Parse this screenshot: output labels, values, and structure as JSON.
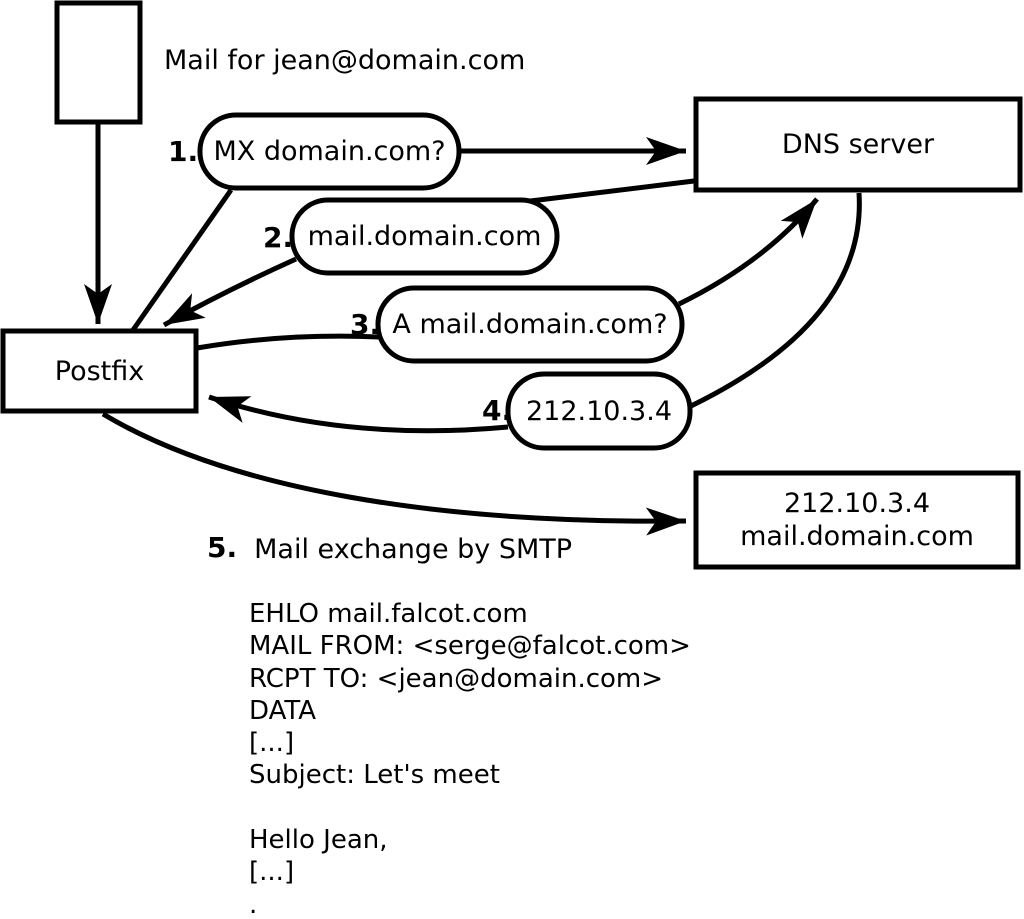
{
  "diagram": {
    "header": "Mail for jean@domain.com",
    "nodes": {
      "postfix": "Postfix",
      "dns_server": "DNS server",
      "mail_exchanger": {
        "line1": "212.10.3.4",
        "line2": "mail.domain.com"
      }
    },
    "steps": [
      {
        "num": "1.",
        "label": "MX domain.com?"
      },
      {
        "num": "2.",
        "label": "mail.domain.com"
      },
      {
        "num": "3.",
        "label": "A mail.domain.com?"
      },
      {
        "num": "4.",
        "label": "212.10.3.4"
      },
      {
        "num": "5.",
        "label": "Mail exchange by SMTP"
      }
    ],
    "smtp_session": [
      "EHLO mail.falcot.com",
      "MAIL FROM: <serge@falcot.com>",
      "RCPT TO: <jean@domain.com>",
      "DATA",
      "[...]",
      "Subject: Let's meet",
      "",
      "Hello Jean,",
      "[...]",
      "."
    ]
  },
  "colors": {
    "ink": "#000000",
    "background": "#ffffff"
  }
}
